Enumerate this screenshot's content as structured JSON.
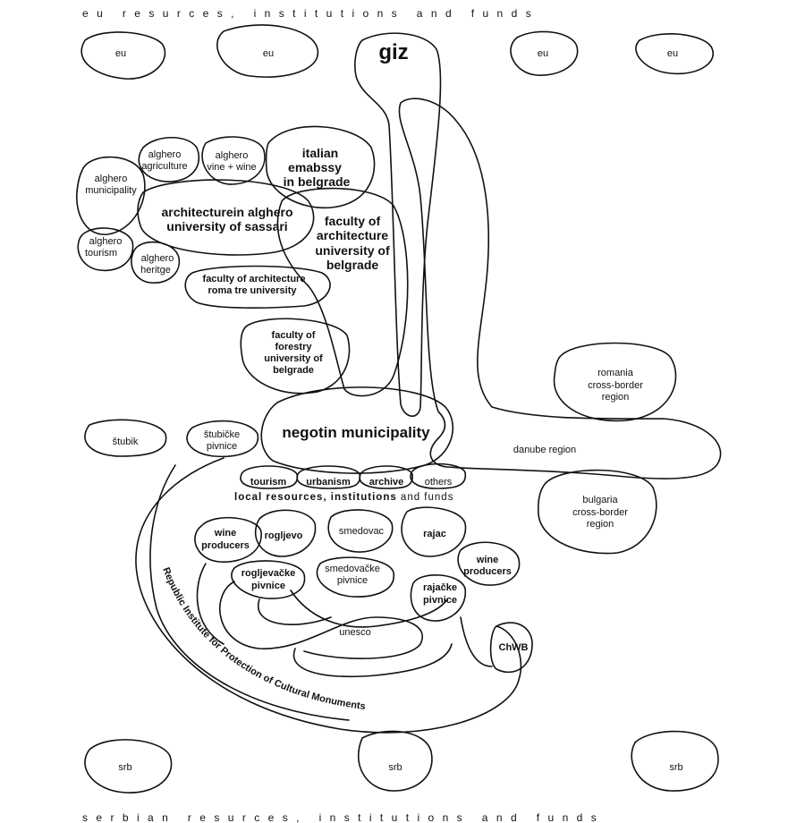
{
  "header_top": "eu resurces, institutions and funds",
  "header_bottom": "serbian resurces, institutions and funds",
  "eu_label": "eu",
  "srb_label": "srb",
  "giz": "giz",
  "italian_embassy": [
    "italian",
    "emabssy",
    "in belgrade"
  ],
  "alghero_municipality": [
    "alghero",
    "municipality"
  ],
  "alghero_agriculture": [
    "alghero",
    "agriculture"
  ],
  "alghero_vine": [
    "alghero",
    "vine + wine"
  ],
  "architecture_alghero": [
    "architecturein alghero",
    "university of sassari"
  ],
  "faculty_architecture_belgrade": [
    "faculty of",
    "architecture",
    "university of",
    "belgrade"
  ],
  "alghero_tourism": [
    "alghero",
    "tourism"
  ],
  "alghero_heritge": [
    "alghero",
    "heritge"
  ],
  "roma_tre": [
    "faculty of architecture",
    "roma tre university"
  ],
  "forestry": [
    "faculty of",
    "forestry",
    "university of",
    "belgrade"
  ],
  "romania": [
    "romania",
    "cross-border",
    "region"
  ],
  "stubik": "štubik",
  "stubicke_pivnice": [
    "štubičke",
    "pivnice"
  ],
  "negotin": "negotin municipality",
  "danube": "danube region",
  "tourism": "tourism",
  "urbanism": "urbanism",
  "archive": "archive",
  "others": "others",
  "local_resources": {
    "bold": "local resources, institutions",
    "rest": " and funds"
  },
  "bulgaria": [
    "bulgaria",
    "cross-border",
    "region"
  ],
  "wine_producers_left": [
    "wine",
    "producers"
  ],
  "rogljevo": "rogljevo",
  "smedovac": "smedovac",
  "rajac": "rajac",
  "wine_producers_right": [
    "wine",
    "producers"
  ],
  "rogljevacke": [
    "rogljevačke",
    "pivnice"
  ],
  "smedovacke": [
    "smedovačke",
    "pivnice"
  ],
  "rajacke": [
    "rajačke",
    "pivnice"
  ],
  "unesco": "unesco",
  "chwb": "ChWB",
  "republic_institute": "Republic Institute for Protection of Cultural Monuments"
}
